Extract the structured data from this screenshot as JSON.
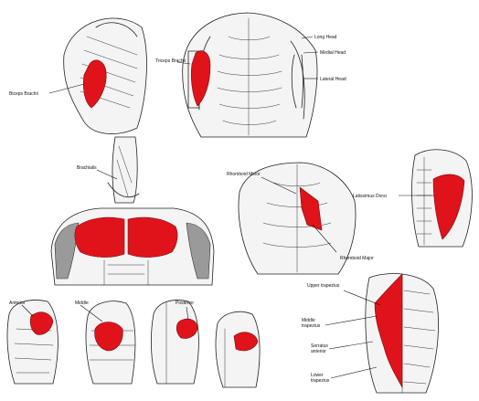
{
  "colors": {
    "muscle": "#e0131a",
    "ink": "#222222",
    "skin": "#f4f4f4",
    "background": "#ffffff"
  },
  "labels": {
    "biceps": "Biceps Brachii",
    "triceps": "Triceps Brachii",
    "long_head": "Long Head",
    "medial_head": "Medial Head",
    "lateral_head": "Lateral Head",
    "brachialis": "Brachialis",
    "rhomboid_minor": "Rhomboid Minor",
    "rhomboid_major": "Rhomboid Major",
    "latissimus": "Latissimus Dorsi",
    "anterior": "Anterior",
    "middle": "Middle",
    "posterior": "Posterior",
    "upper_trapezius": "Upper trapezius",
    "middle_trapezius_1": "Middle",
    "middle_trapezius_2": "trapezius",
    "serratus_1": "Serratus",
    "serratus_2": "anterior",
    "lower_trapezius_1": "Lower",
    "lower_trapezius_2": "trapezius"
  }
}
